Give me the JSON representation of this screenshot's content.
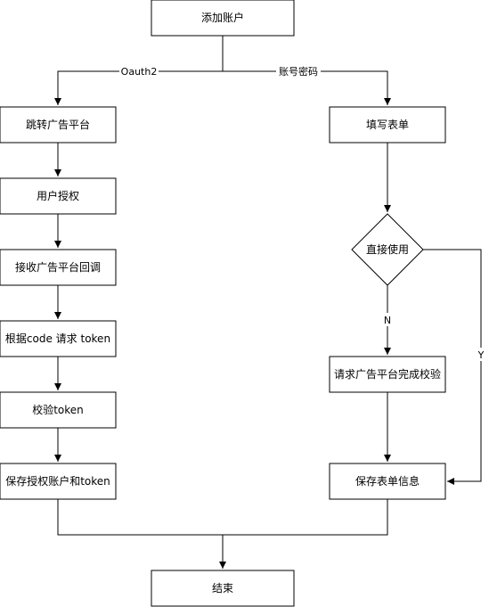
{
  "nodes": {
    "add_account": "添加账户",
    "jump_ad_platform": "跳转广告平台",
    "user_authorize": "用户授权",
    "receive_callback": "接收广告平台回调",
    "request_token": "根据code 请求 token",
    "verify_token": "校验token",
    "save_account_token": "保存授权账户和token",
    "fill_form": "填写表单",
    "direct_use": "直接使用",
    "request_verify": "请求广告平台完成校验",
    "save_form": "保存表单信息",
    "end": "结束"
  },
  "edge_labels": {
    "oauth2": "Oauth2",
    "account_password": "账号密码",
    "no": "N",
    "yes": "Y"
  }
}
